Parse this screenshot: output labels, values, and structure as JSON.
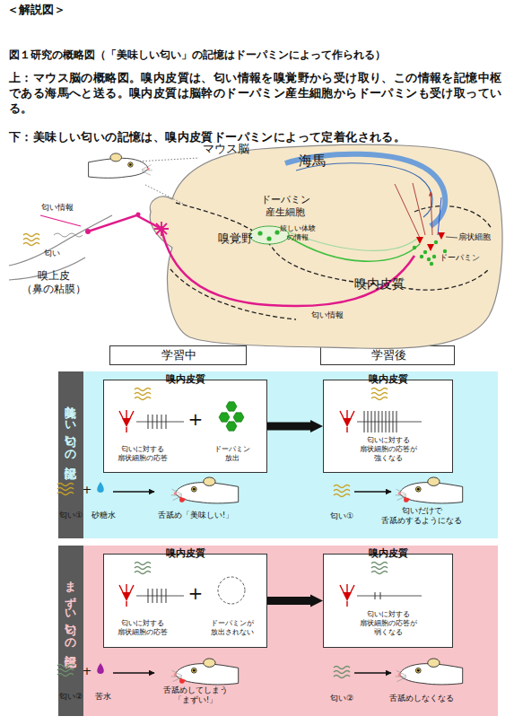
{
  "diagram": {
    "title": "図１研究の概略図（「美味しい匂い」の記憶はドーパミンによって作られる）",
    "nodes": [
      {
        "text": [
          "学習中"
        ]
      },
      {
        "text": [
          "学習後"
        ]
      },
      {
        "text": [
          "美味しい匂いの記憶"
        ]
      },
      {
        "text": [
          "嗅内皮質",
          "匂いに対する 扇状細胞の応答",
          "ドーパミン 放出"
        ],
        "in": 2
      },
      {
        "text": [
          "嗅内皮質",
          "匂いに対する 扇状細胞の応答が 強くなる"
        ],
        "in": 2
      },
      {
        "text": [
          "まずい匂いの記憶"
        ]
      },
      {
        "text": [
          "嗅内皮質",
          "匂いに対する 扇状細胞の応答",
          "ドーパミンが 放出されない"
        ],
        "in": 5
      },
      {
        "text": [
          "嗅内皮質",
          "匂いに対する 扇状細胞の応答が 弱くなる"
        ],
        "in": 5
      }
    ],
    "edges": [
      {
        "from": 3,
        "to": 4,
        "arrow": "to"
      },
      {
        "from": 6,
        "to": 7,
        "arrow": "to"
      }
    ],
    "labels": [
      "＜解説図＞",
      "上：マウス脳の概略図。嗅内皮質は、匂い情報を嗅覚野から受け取り、この情報を記憶中枢である海馬へと送る。嗅内皮質は脳幹のドーパミン産生細胞からドーパミンも受け取っている。",
      "下：美味しい匂いの記憶は、嗅内皮質ドーパミンによって定着化される。",
      "マウス脳",
      "海馬",
      "ドーパミン 産生細胞",
      "嬉しい体験 の情報",
      "扇状細胞",
      "ドーパミン",
      "匂い情報",
      "匂い",
      "嗅覚野",
      "嗅上皮 （鼻の粘膜）",
      "匂い情報",
      "嗅内皮質",
      "+",
      "+",
      "匂い①",
      "+",
      "砂糖水",
      "舌舐め「美味しい!」",
      "匂い①",
      "匂いだけで 舌舐めするようになる",
      "匂い②",
      "+",
      "苦水",
      "舌舐めしてしまう 「まずい!」",
      "匂い②",
      "舌舐めしなくなる"
    ]
  }
}
